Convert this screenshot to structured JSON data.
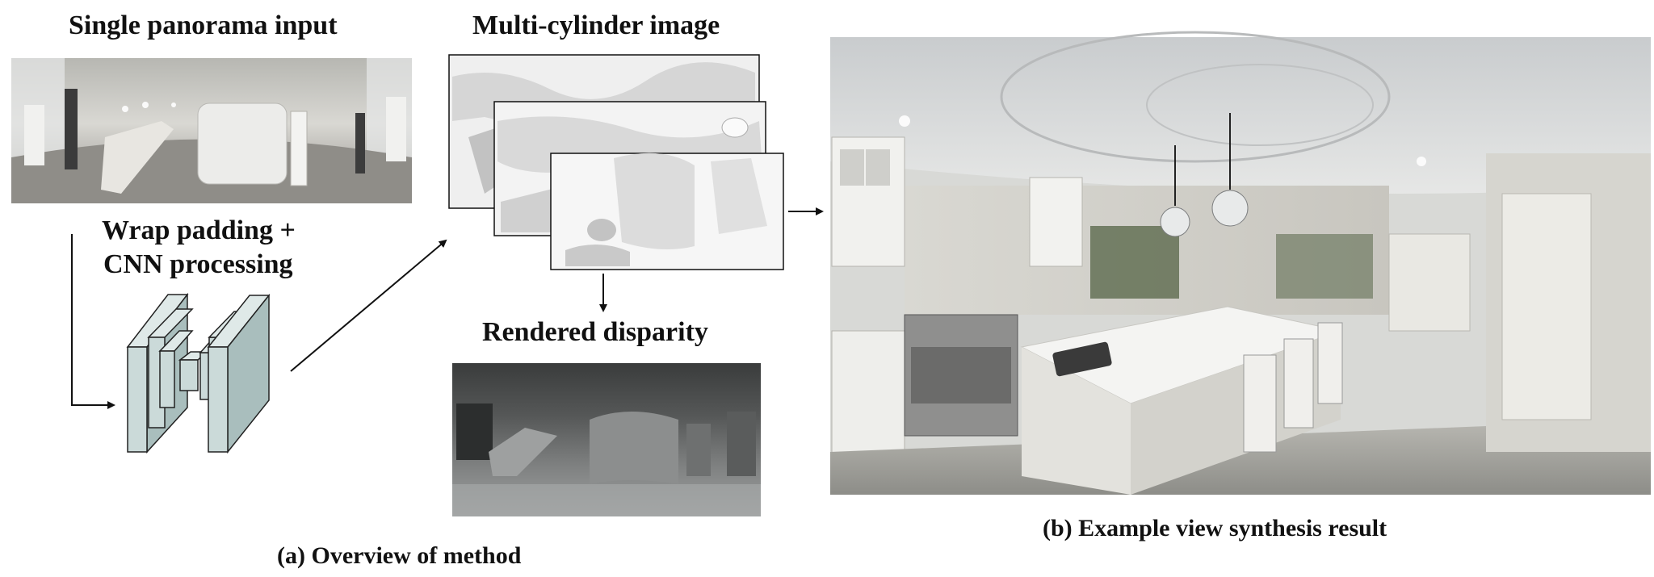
{
  "panel_a": {
    "input_title": "Single panorama input",
    "cnn_title_line1": "Wrap padding +",
    "cnn_title_line2": "CNN processing",
    "mci_title": "Multi-cylinder image",
    "disparity_title": "Rendered disparity",
    "caption": "(a) Overview of method"
  },
  "panel_b": {
    "caption": "(b) Example view synthesis result"
  }
}
